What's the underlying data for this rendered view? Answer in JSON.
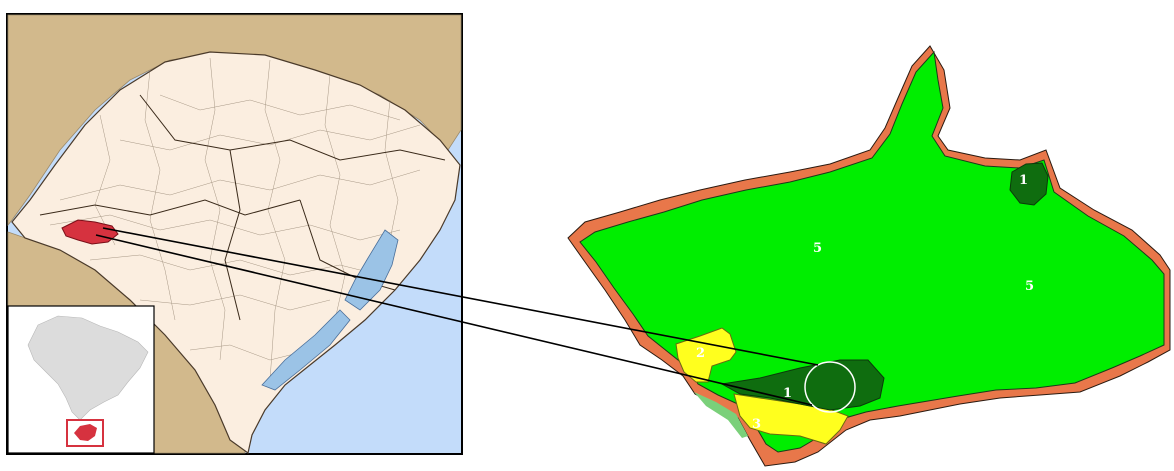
{
  "colors": {
    "background": "#ffffff",
    "state_fill": "#fbeee0",
    "state_highlight": "#d6323f",
    "neighbor_fill": "#d2b98c",
    "ocean": "#c3dcfa",
    "lagoon": "#9bc3e6",
    "inset_country": "#dcdcdc",
    "zone_1": "#0f6d0f",
    "zone_2": "#ffff1e",
    "zone_5": "#00ee00",
    "boundary": "#e8774a"
  },
  "icons": {
    "connector": "line",
    "focus": "circle-icon"
  },
  "zones": {
    "zone_1_northeast": "1",
    "zone_1_south": "1",
    "zone_2": "2",
    "zone_3": "3",
    "zone_5_center": "5",
    "zone_5_east": "5"
  }
}
